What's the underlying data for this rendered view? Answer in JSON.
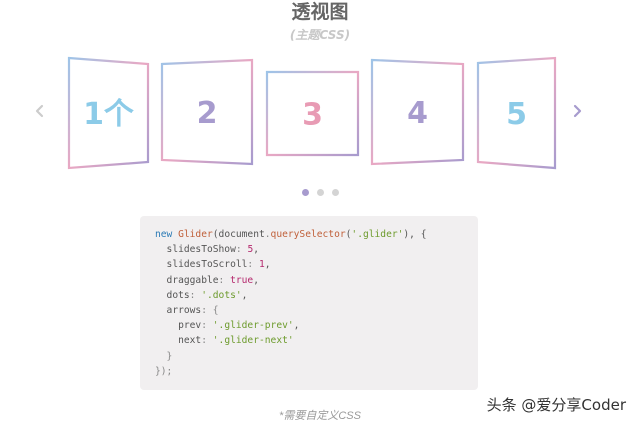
{
  "header": {
    "title": "透视图",
    "subtitle": "(主题CSS)"
  },
  "slider": {
    "slides": [
      {
        "label": "1个",
        "color": "#8ccbe8"
      },
      {
        "label": "2",
        "color": "#a79bce"
      },
      {
        "label": "3",
        "color": "#e89bb4"
      },
      {
        "label": "4",
        "color": "#a79bce"
      },
      {
        "label": "5",
        "color": "#8ccbe8"
      }
    ],
    "dots": [
      {
        "active": true
      },
      {
        "active": false
      },
      {
        "active": false
      }
    ],
    "colors": {
      "pink": "#e9a8c3",
      "blue": "#9ec4e8",
      "purple": "#a79bce",
      "arrow_prev": "#cccccc",
      "arrow_next": "#a79bce"
    }
  },
  "code": {
    "lines": [
      [
        {
          "t": "new ",
          "c": "k"
        },
        {
          "t": "Glider",
          "c": "f"
        },
        {
          "t": "(",
          "c": "m"
        },
        {
          "t": "document",
          "c": "m"
        },
        {
          "t": ".",
          "c": "p"
        },
        {
          "t": "querySelector",
          "c": "f"
        },
        {
          "t": "(",
          "c": "m"
        },
        {
          "t": "'.glider'",
          "c": "s"
        },
        {
          "t": "), {",
          "c": "m"
        }
      ],
      [
        {
          "t": "  slidesToShow",
          "c": "m"
        },
        {
          "t": ": ",
          "c": "p"
        },
        {
          "t": "5",
          "c": "n"
        },
        {
          "t": ",",
          "c": "m"
        }
      ],
      [
        {
          "t": "  slidesToScroll",
          "c": "m"
        },
        {
          "t": ": ",
          "c": "p"
        },
        {
          "t": "1",
          "c": "n"
        },
        {
          "t": ",",
          "c": "m"
        }
      ],
      [
        {
          "t": "  draggable",
          "c": "m"
        },
        {
          "t": ": ",
          "c": "p"
        },
        {
          "t": "true",
          "c": "n"
        },
        {
          "t": ",",
          "c": "m"
        }
      ],
      [
        {
          "t": "  dots",
          "c": "m"
        },
        {
          "t": ": ",
          "c": "p"
        },
        {
          "t": "'.dots'",
          "c": "s"
        },
        {
          "t": ",",
          "c": "m"
        }
      ],
      [
        {
          "t": "  arrows",
          "c": "m"
        },
        {
          "t": ": {",
          "c": "p"
        }
      ],
      [
        {
          "t": "    prev",
          "c": "m"
        },
        {
          "t": ": ",
          "c": "p"
        },
        {
          "t": "'.glider-prev'",
          "c": "s"
        },
        {
          "t": ",",
          "c": "m"
        }
      ],
      [
        {
          "t": "    next",
          "c": "m"
        },
        {
          "t": ": ",
          "c": "p"
        },
        {
          "t": "'.glider-next'",
          "c": "s"
        }
      ],
      [
        {
          "t": "  }",
          "c": "p"
        }
      ],
      [
        {
          "t": "});",
          "c": "p"
        }
      ]
    ]
  },
  "footer": {
    "caption": "*需要自定义CSS",
    "watermark": "头条 @爱分享Coder"
  }
}
